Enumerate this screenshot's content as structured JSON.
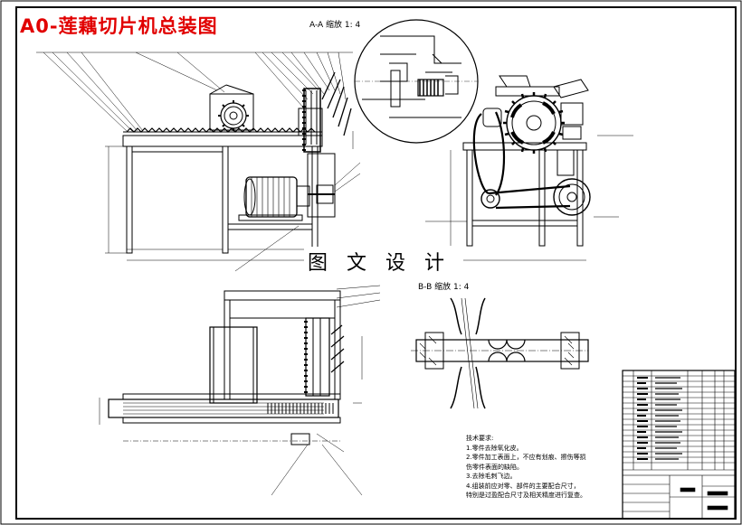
{
  "drawing": {
    "title": "A0-莲藕切片机总装图",
    "overlay_text": "图 文 设 计",
    "section_aa": "A-A 缩放 1: 4",
    "section_bb": "B-B 缩放 1: 4",
    "tech_notes": [
      "技术要求:",
      "1.零件去除氧化皮。",
      "2.零件加工表面上，不应有划痕、擦伤等损",
      "伤零件表面的缺陷。",
      "3.去除毛刺飞边。",
      "4.组装前应对零、部件的主要配合尺寸，",
      "特别是过盈配合尺寸及相关精度进行复查。"
    ]
  }
}
